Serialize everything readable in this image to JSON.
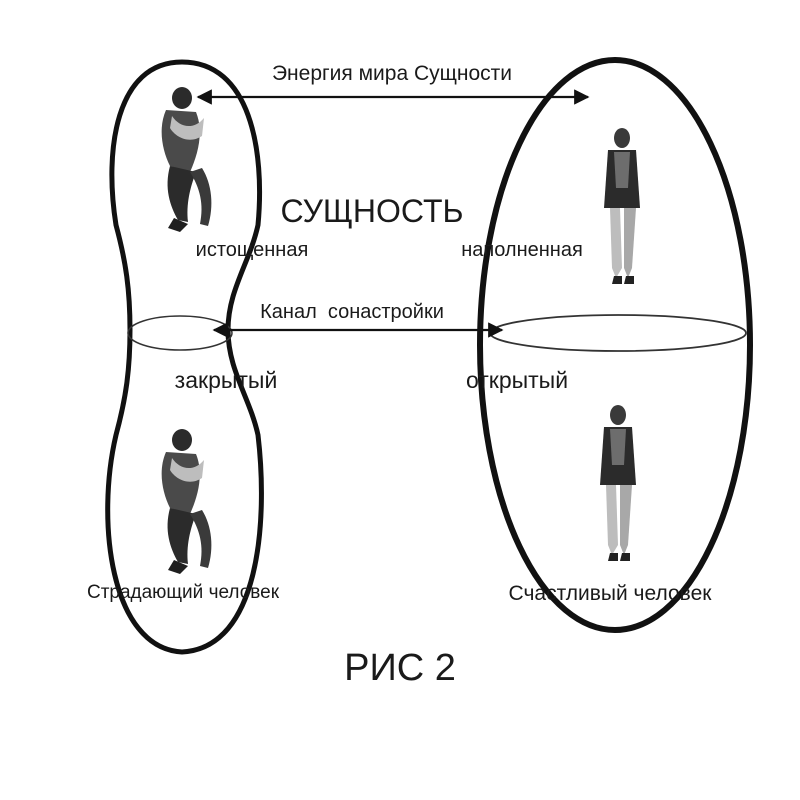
{
  "labels": {
    "energy_arrow": "Энергия мира Сущности",
    "essence": "СУЩНОСТЬ",
    "depleted": "истощенная",
    "filled": "наполненная",
    "channel_arrow": "Канал  сонастройки",
    "closed": "закрытый",
    "open": "открытый",
    "suffering_person": "Страдающий человек",
    "happy_person": "Счастливый человек",
    "figure_caption": "РИС 2"
  },
  "colors": {
    "stroke": "#111111",
    "text": "#1a1a1a",
    "figure_dark": "#2b2b2b",
    "figure_mid": "#6d6d6d",
    "figure_light": "#bdbdbd"
  },
  "icons": {
    "suffering_figure": "hunched-person-figure",
    "happy_figure": "standing-person-figure"
  }
}
